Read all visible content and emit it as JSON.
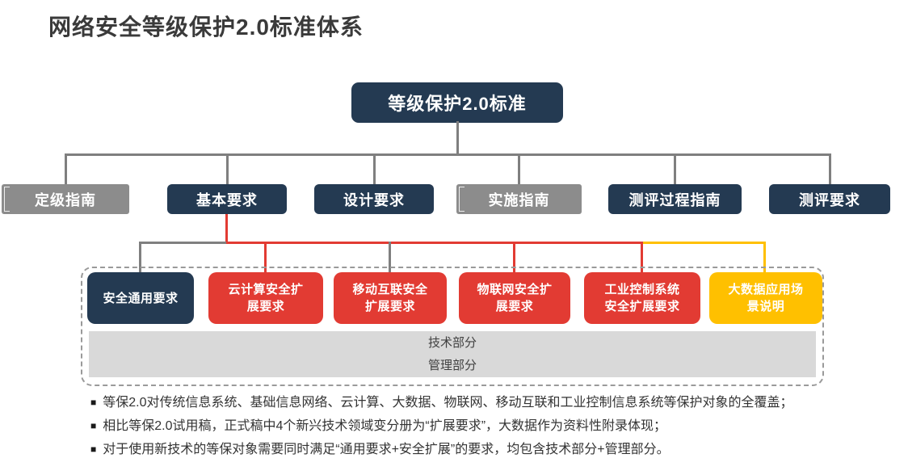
{
  "title": "网络安全等级保护2.0标准体系",
  "root_label": "等级保护2.0标准",
  "level1": [
    {
      "label": "定级指南"
    },
    {
      "label": "基本要求"
    },
    {
      "label": "设计要求"
    },
    {
      "label": "实施指南"
    },
    {
      "label": "测评过程指南"
    },
    {
      "label": "测评要求"
    }
  ],
  "level2": [
    {
      "lines": [
        "安全通用要求"
      ]
    },
    {
      "lines": [
        "云计算安全扩",
        "展要求"
      ]
    },
    {
      "lines": [
        "移动互联安全",
        "扩展要求"
      ]
    },
    {
      "lines": [
        "物联网安全扩",
        "展要求"
      ]
    },
    {
      "lines": [
        "工业控制系统",
        "安全扩展要求"
      ]
    },
    {
      "lines": [
        "大数据应用场",
        "景说明"
      ]
    }
  ],
  "section_bar": {
    "line1": "技术部分",
    "line2": "管理部分"
  },
  "bullets": [
    "等保2.0对传统信息系统、基础信息网络、云计算、大数据、物联网、移动互联和工业控制信息系统等保护对象的全覆盖；",
    "相比等保2.0试用稿，正式稿中4个新兴技术领域变分册为“扩展要求”，大数据作为资料性附录体现；",
    "对于使用新技术的等保对象需要同时满足“通用要求+安全扩展”的要求，均包含技术部分+管理部分。"
  ],
  "bullet_marker": "■",
  "colors": {
    "navy": "#243a52",
    "red": "#e23b33",
    "gold": "#ffc000",
    "gray_box": "#8c8c8c",
    "connector_gray": "#7f7f7f",
    "section_bar_gray": "#d9d9d9"
  }
}
